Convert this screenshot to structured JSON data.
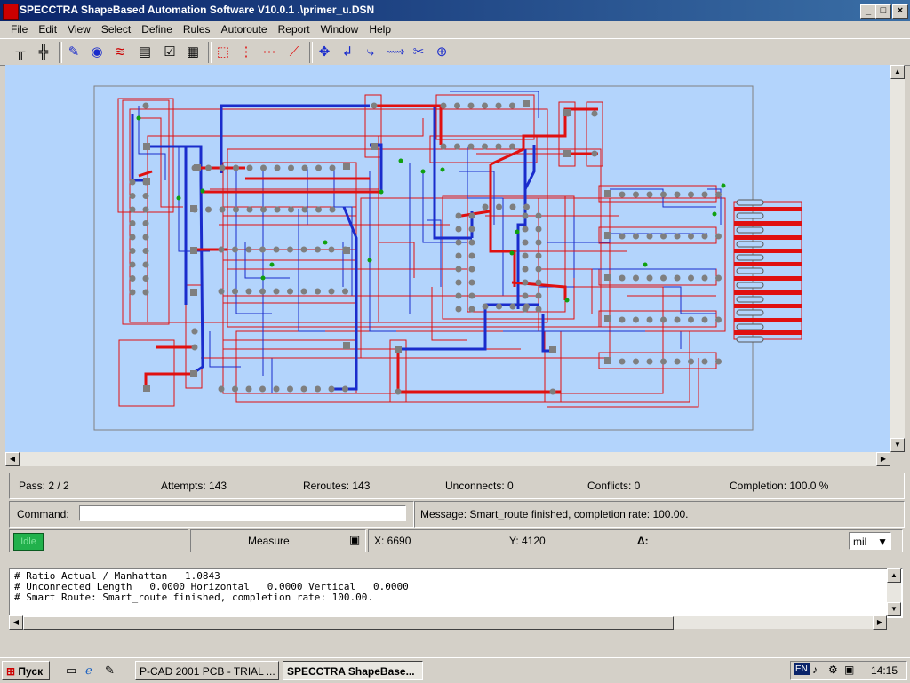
{
  "window": {
    "title": "SPECCTRA ShapeBased Automation Software V10.0.1 .\\primer_u.DSN"
  },
  "menu": [
    "File",
    "Edit",
    "View",
    "Select",
    "Define",
    "Rules",
    "Autoroute",
    "Report",
    "Window",
    "Help"
  ],
  "status": {
    "pass": "Pass:  2 / 2",
    "attempts": "Attempts: 143",
    "reroutes": "Reroutes:  143",
    "unconnects": "Unconnects:  0",
    "conflicts": "Conflicts:  0",
    "completion": "Completion:  100.0  %"
  },
  "command": {
    "label": "Command:",
    "value": ""
  },
  "message": "Message:  Smart_route finished, completion rate: 100.00.",
  "coords": {
    "idle": "Idle",
    "mode": "Measure",
    "x": "X:  6690",
    "y": "Y:  4120",
    "delta": "Δ:",
    "units": "mil"
  },
  "console_lines": [
    "# Ratio Actual / Manhattan   1.0843",
    "# Unconnected Length   0.0000 Horizontal   0.0000 Vertical   0.0000",
    "# Smart Route: Smart_route finished, completion rate: 100.00."
  ],
  "taskbar": {
    "start": "Пуск",
    "tasks": [
      "P-CAD 2001 PCB - TRIAL ...",
      "SPECCTRA ShapeBase..."
    ],
    "language": "EN",
    "clock": "14:15"
  },
  "colors": {
    "canvas": "#b3d4fc",
    "trace_red": "#e01010",
    "trace_blue": "#1a2ccc",
    "pad": "#7f7f7f",
    "via": "#10a010"
  }
}
